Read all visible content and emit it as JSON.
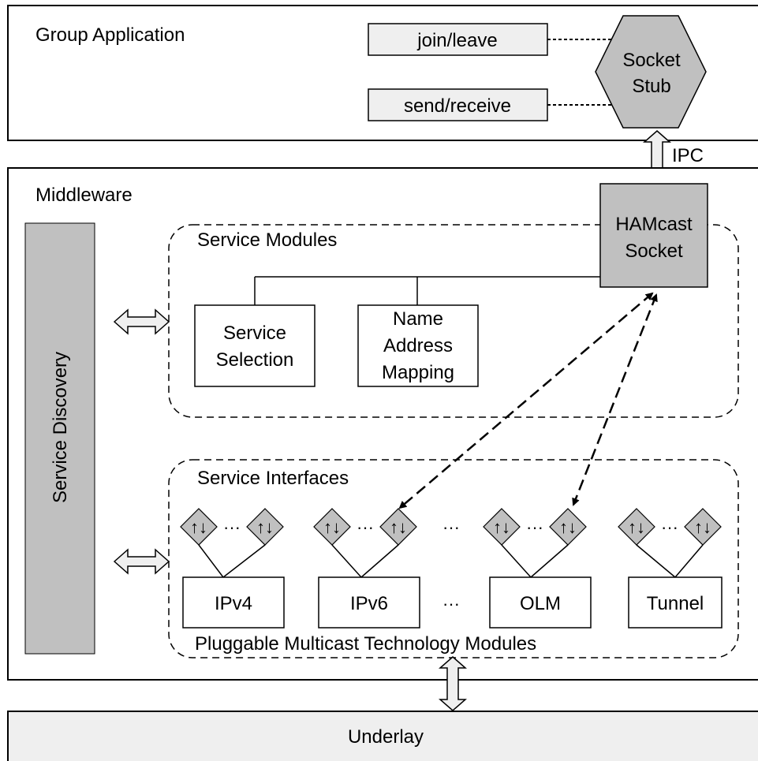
{
  "group_application": {
    "title": "Group Application",
    "join_leave": "join/leave",
    "send_receive": "send/receive",
    "socket_stub_line1": "Socket",
    "socket_stub_line2": "Stub"
  },
  "ipc_label": "IPC",
  "middleware": {
    "title": "Middleware",
    "service_discovery": "Service Discovery",
    "hamcast_socket_line1": "HAMcast",
    "hamcast_socket_line2": "Socket",
    "service_modules": {
      "title": "Service Modules",
      "service_selection_line1": "Service",
      "service_selection_line2": "Selection",
      "name_address_line1": "Name",
      "name_address_line2": "Address",
      "name_address_line3": "Mapping"
    },
    "service_interfaces": {
      "title": "Service Interfaces",
      "updown_glyph": "↑↓",
      "ellipsis": "···",
      "modules": [
        "IPv4",
        "IPv6",
        "OLM",
        "Tunnel"
      ],
      "footer": "Pluggable Multicast Technology Modules"
    }
  },
  "underlay": "Underlay",
  "colors": {
    "gray_fill": "#c0c0c0",
    "light_fill": "#efefef",
    "stroke": "#000000"
  }
}
